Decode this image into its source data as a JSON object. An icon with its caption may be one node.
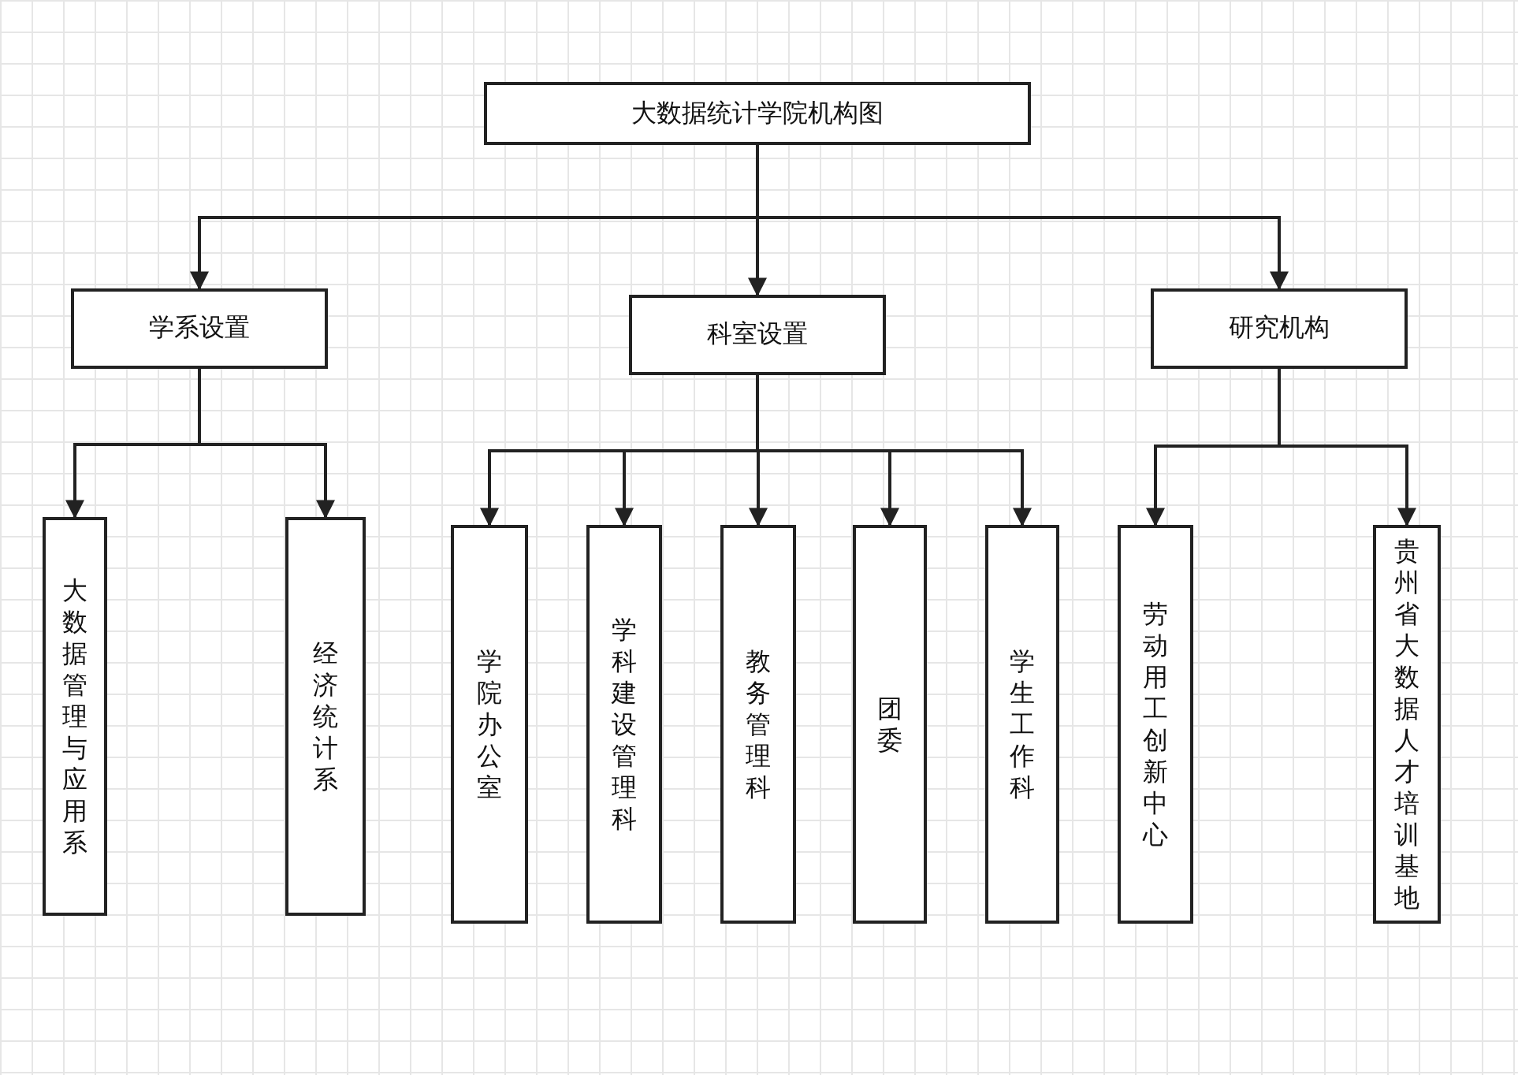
{
  "diagram": {
    "nodes": [
      {
        "text": [
          "大数据统计学院机构图"
        ]
      },
      {
        "text": [
          "学系设置"
        ]
      },
      {
        "text": [
          "科室设置"
        ]
      },
      {
        "text": [
          "研究机构"
        ]
      },
      {
        "text": [
          "大数据管理与应用系"
        ]
      },
      {
        "text": [
          "经济统计系"
        ]
      },
      {
        "text": [
          "学院办公室"
        ]
      },
      {
        "text": [
          "学科建设管理科"
        ]
      },
      {
        "text": [
          "教务管理科"
        ]
      },
      {
        "text": [
          "团委"
        ]
      },
      {
        "text": [
          "学生工作科"
        ]
      },
      {
        "text": [
          "劳动用工创新中心"
        ]
      },
      {
        "text": [
          "贵州省大数据人才培训基地"
        ]
      }
    ],
    "edges": [
      {
        "from": 0,
        "to": 1,
        "arrow": "to"
      },
      {
        "from": 0,
        "to": 2,
        "arrow": "to"
      },
      {
        "from": 0,
        "to": 3,
        "arrow": "to"
      },
      {
        "from": 1,
        "to": 4,
        "arrow": "to"
      },
      {
        "from": 1,
        "to": 5,
        "arrow": "to"
      },
      {
        "from": 2,
        "to": 6,
        "arrow": "to"
      },
      {
        "from": 2,
        "to": 7,
        "arrow": "to"
      },
      {
        "from": 2,
        "to": 8,
        "arrow": "to"
      },
      {
        "from": 2,
        "to": 9,
        "arrow": "to"
      },
      {
        "from": 2,
        "to": 10,
        "arrow": "to"
      },
      {
        "from": 3,
        "to": 11,
        "arrow": "to"
      },
      {
        "from": 3,
        "to": 12,
        "arrow": "to"
      }
    ]
  }
}
